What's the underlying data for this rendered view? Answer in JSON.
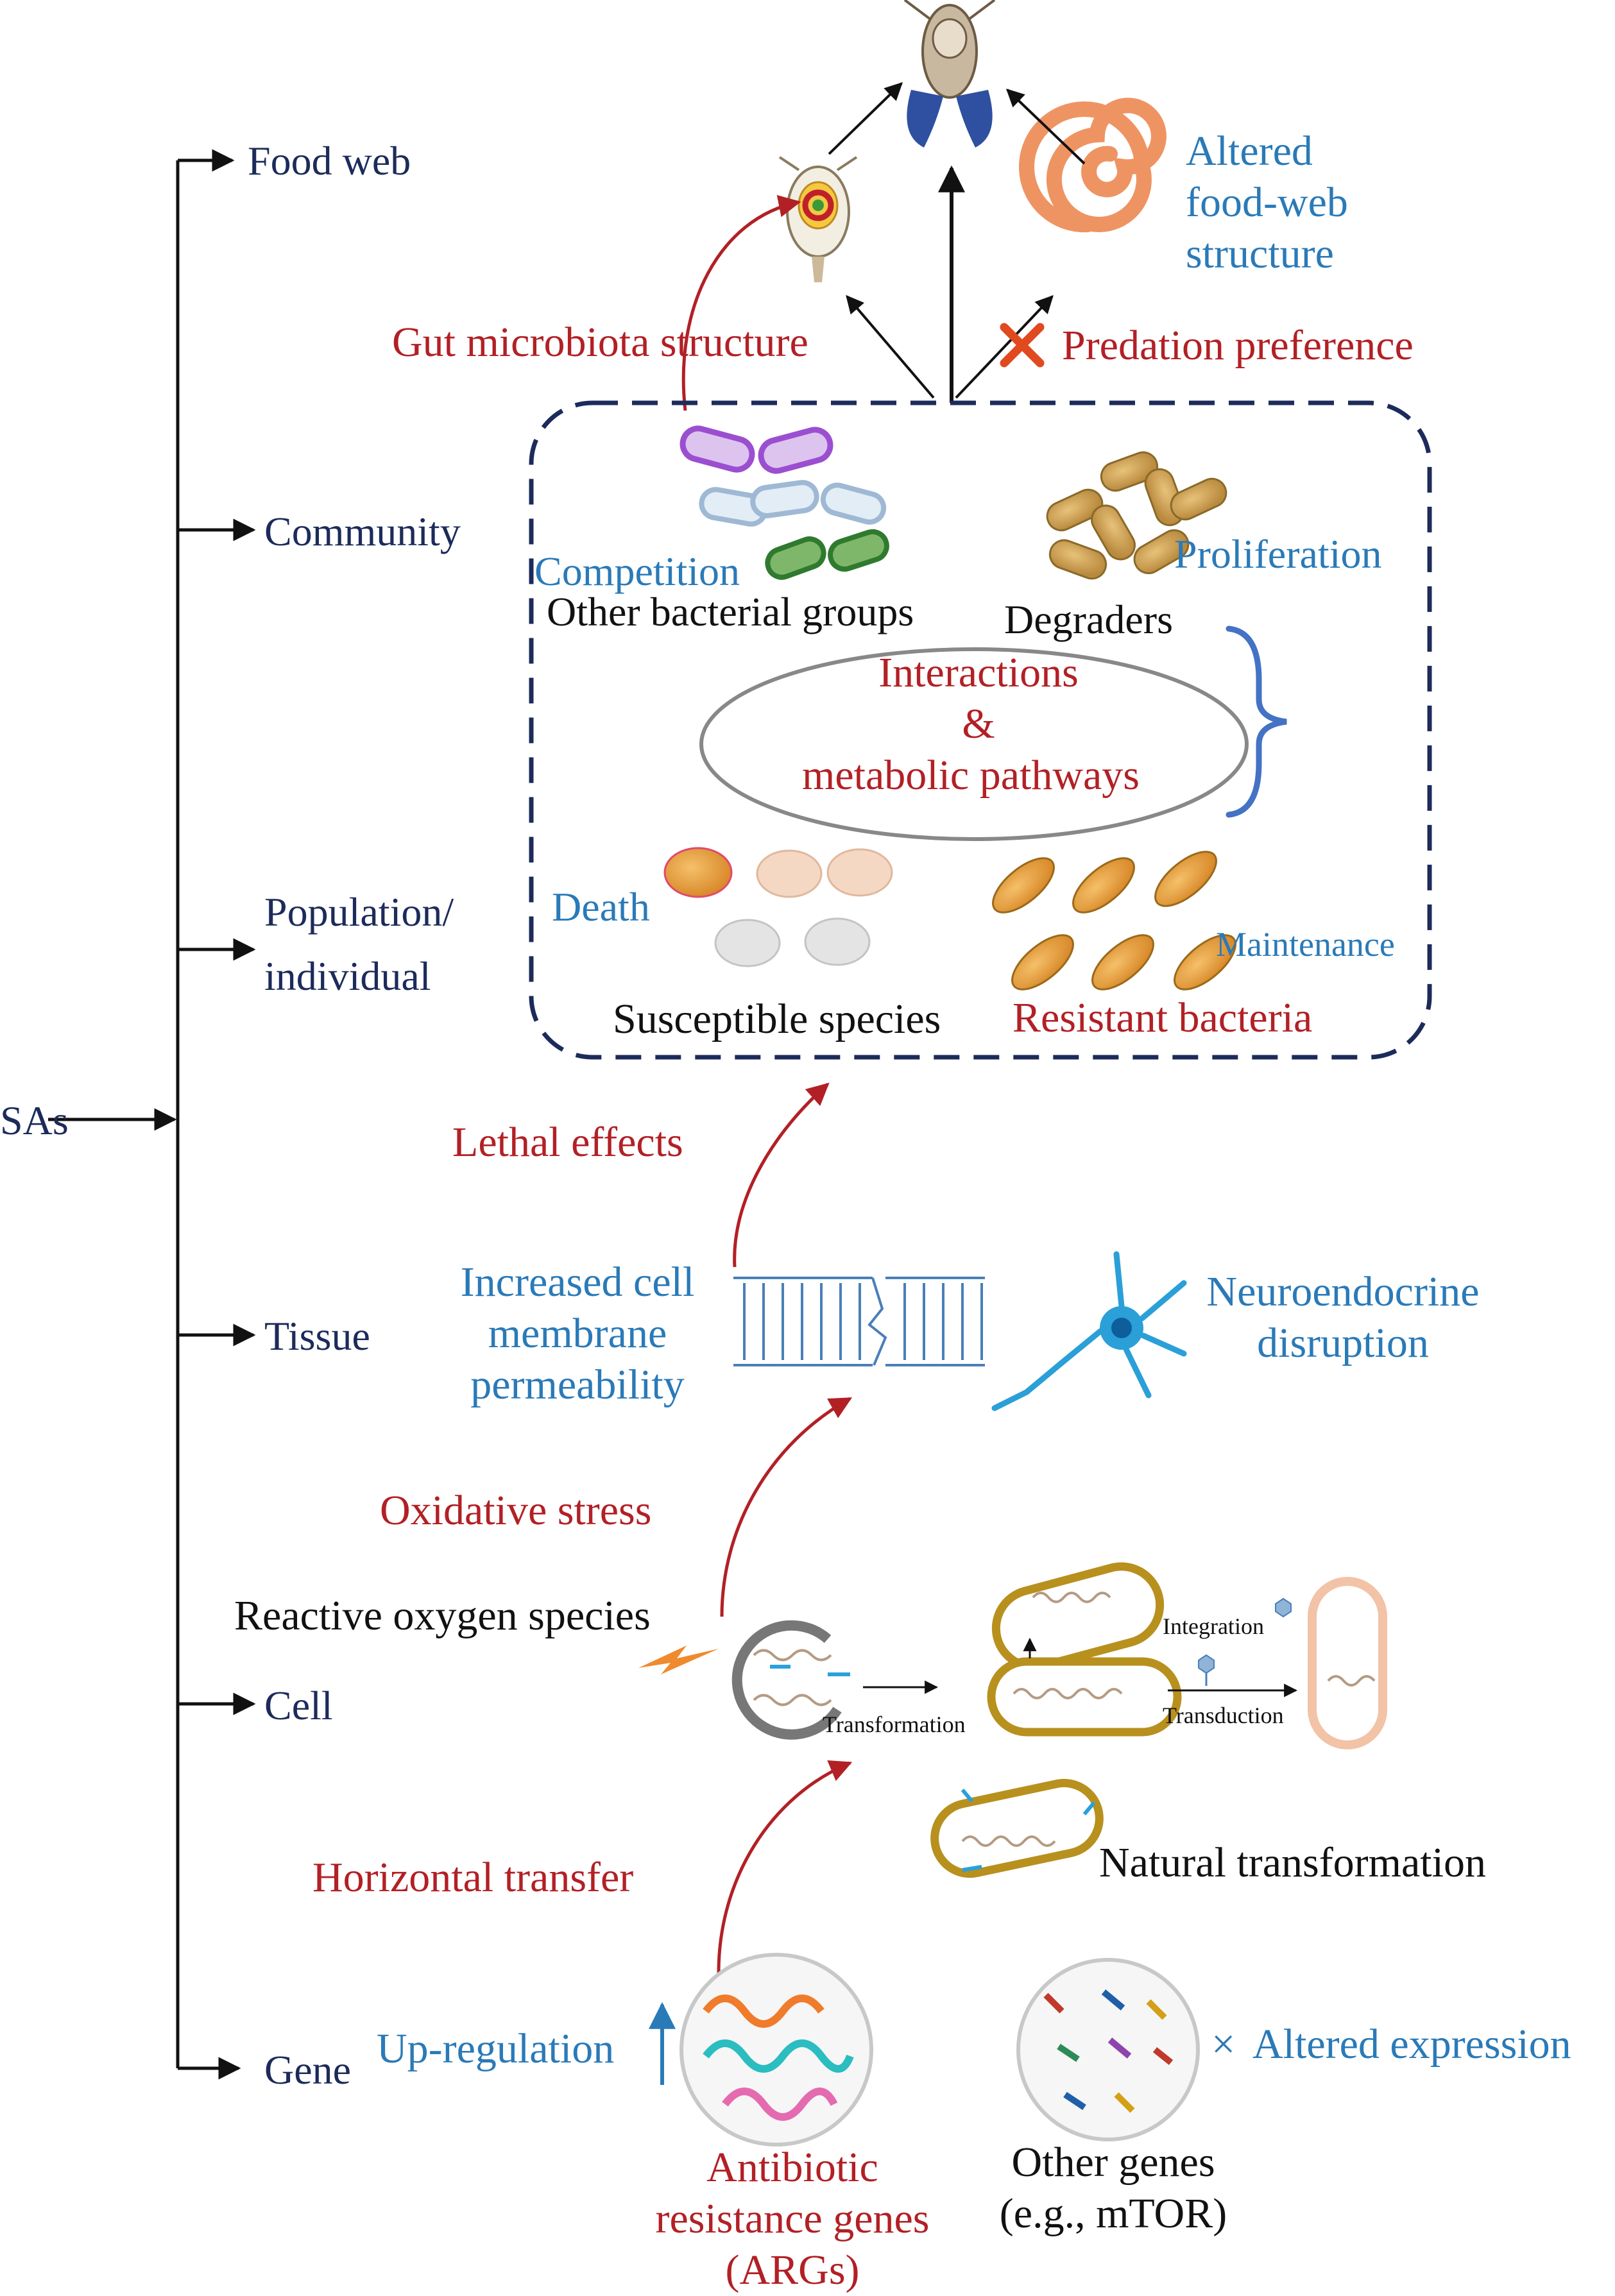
{
  "levels": {
    "sas": "SAs",
    "food_web": "Food web",
    "community": "Community",
    "population_1": "Population/",
    "population_2": "individual",
    "tissue": "Tissue",
    "cell": "Cell",
    "gene": "Gene"
  },
  "food_web": {
    "gut_microbiota": "Gut microbiota structure",
    "predation": "Predation preference",
    "altered_1": "Altered",
    "altered_2": "food-web",
    "altered_3": "structure"
  },
  "community": {
    "competition": "Competition",
    "other_groups": "Other bacterial groups",
    "proliferation": "Proliferation",
    "degraders": "Degraders",
    "interactions_1": "Interactions",
    "interactions_2": "&",
    "interactions_3": "metabolic pathways",
    "death": "Death",
    "maintenance": "Maintenance",
    "susceptible": "Susceptible species",
    "resistant": "Resistant bacteria"
  },
  "tissue": {
    "lethal": "Lethal effects",
    "permeability_1": "Increased cell",
    "permeability_2": "membrane",
    "permeability_3": "permeability",
    "neuro_1": "Neuroendocrine",
    "neuro_2": "disruption"
  },
  "cell": {
    "oxidative": "Oxidative stress",
    "ros": "Reactive oxygen species",
    "integration": "Integration",
    "transformation": "Transformation",
    "transduction": "Transduction",
    "natural": "Natural transformation"
  },
  "gene": {
    "horizontal": "Horizontal transfer",
    "upreg": "Up-regulation",
    "altered_expr": "Altered expression",
    "cross": "×",
    "args_1": "Antibiotic",
    "args_2": "resistance genes",
    "args_3": "(ARGs)",
    "other_1": "Other genes",
    "other_2": "(e.g., mTOR)"
  }
}
